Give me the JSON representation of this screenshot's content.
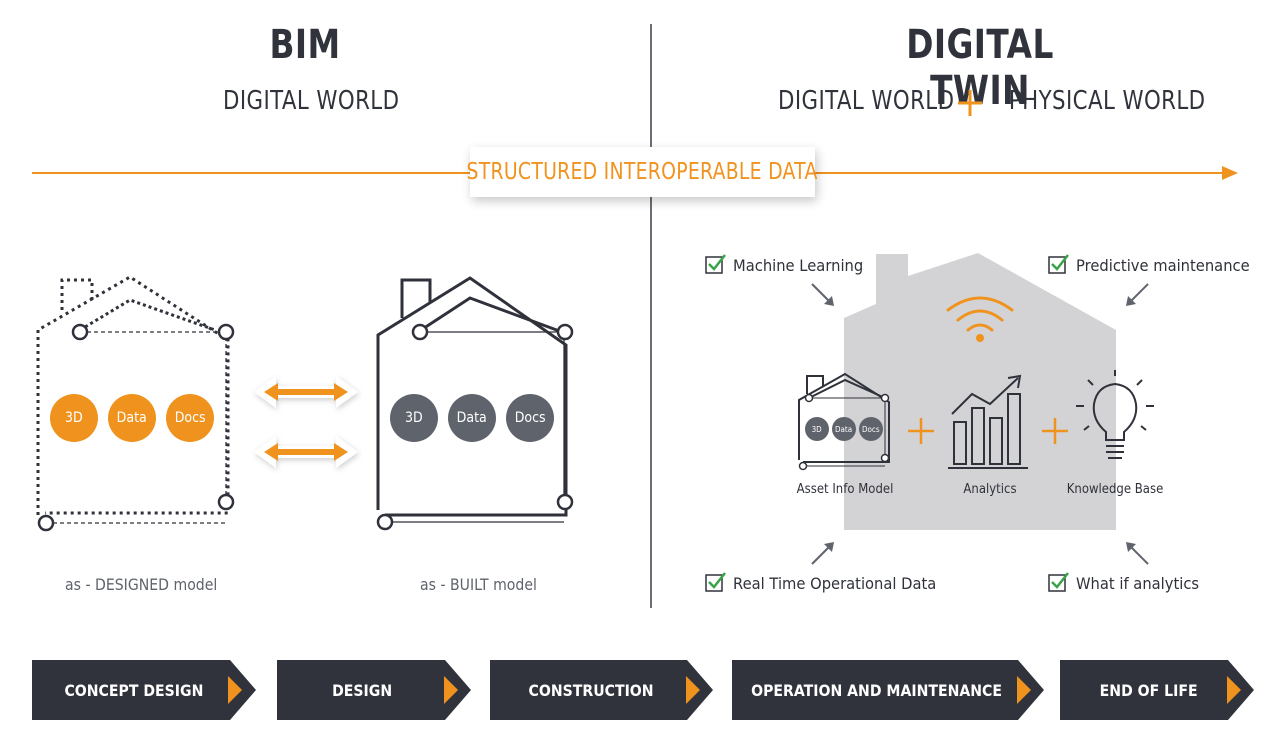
{
  "bim": {
    "title": "BIM",
    "subtitle": "DIGITAL WORLD"
  },
  "twin": {
    "title": "DIGITAL TWIN",
    "subtitle_left": "DIGITAL WORLD",
    "subtitle_right": "PHYSICAL WORLD"
  },
  "timeline_label": "STRUCTURED INTEROPERABLE DATA",
  "designed": {
    "circles": [
      "3D",
      "Data",
      "Docs"
    ],
    "caption": "as - DESIGNED model"
  },
  "built": {
    "circles": [
      "3D",
      "Data",
      "Docs"
    ],
    "caption": "as - BUILT model"
  },
  "twin_components": {
    "asset": {
      "label": "Asset Info Model",
      "circles": [
        "3D",
        "Data",
        "Docs"
      ]
    },
    "analytics": {
      "label": "Analytics"
    },
    "knowledge": {
      "label": "Knowledge Base"
    }
  },
  "benefits": {
    "machine_learning": "Machine Learning",
    "predictive": "Predictive maintenance",
    "realtime": "Real Time Operational Data",
    "whatif": "What if analytics"
  },
  "stages": [
    "CONCEPT DESIGN",
    "DESIGN",
    "CONSTRUCTION",
    "OPERATION AND MAINTENANCE",
    "END OF LIFE"
  ],
  "colors": {
    "accent": "#f0931e",
    "dark": "#30333b",
    "grey": "#5f636c",
    "check": "#3aa34a",
    "house_fill": "#d3d3d5"
  },
  "icons": [
    "check-icon",
    "wifi-icon",
    "house-icon",
    "bar-chart-icon",
    "lightbulb-icon",
    "plus-icon",
    "arrow-icon"
  ]
}
